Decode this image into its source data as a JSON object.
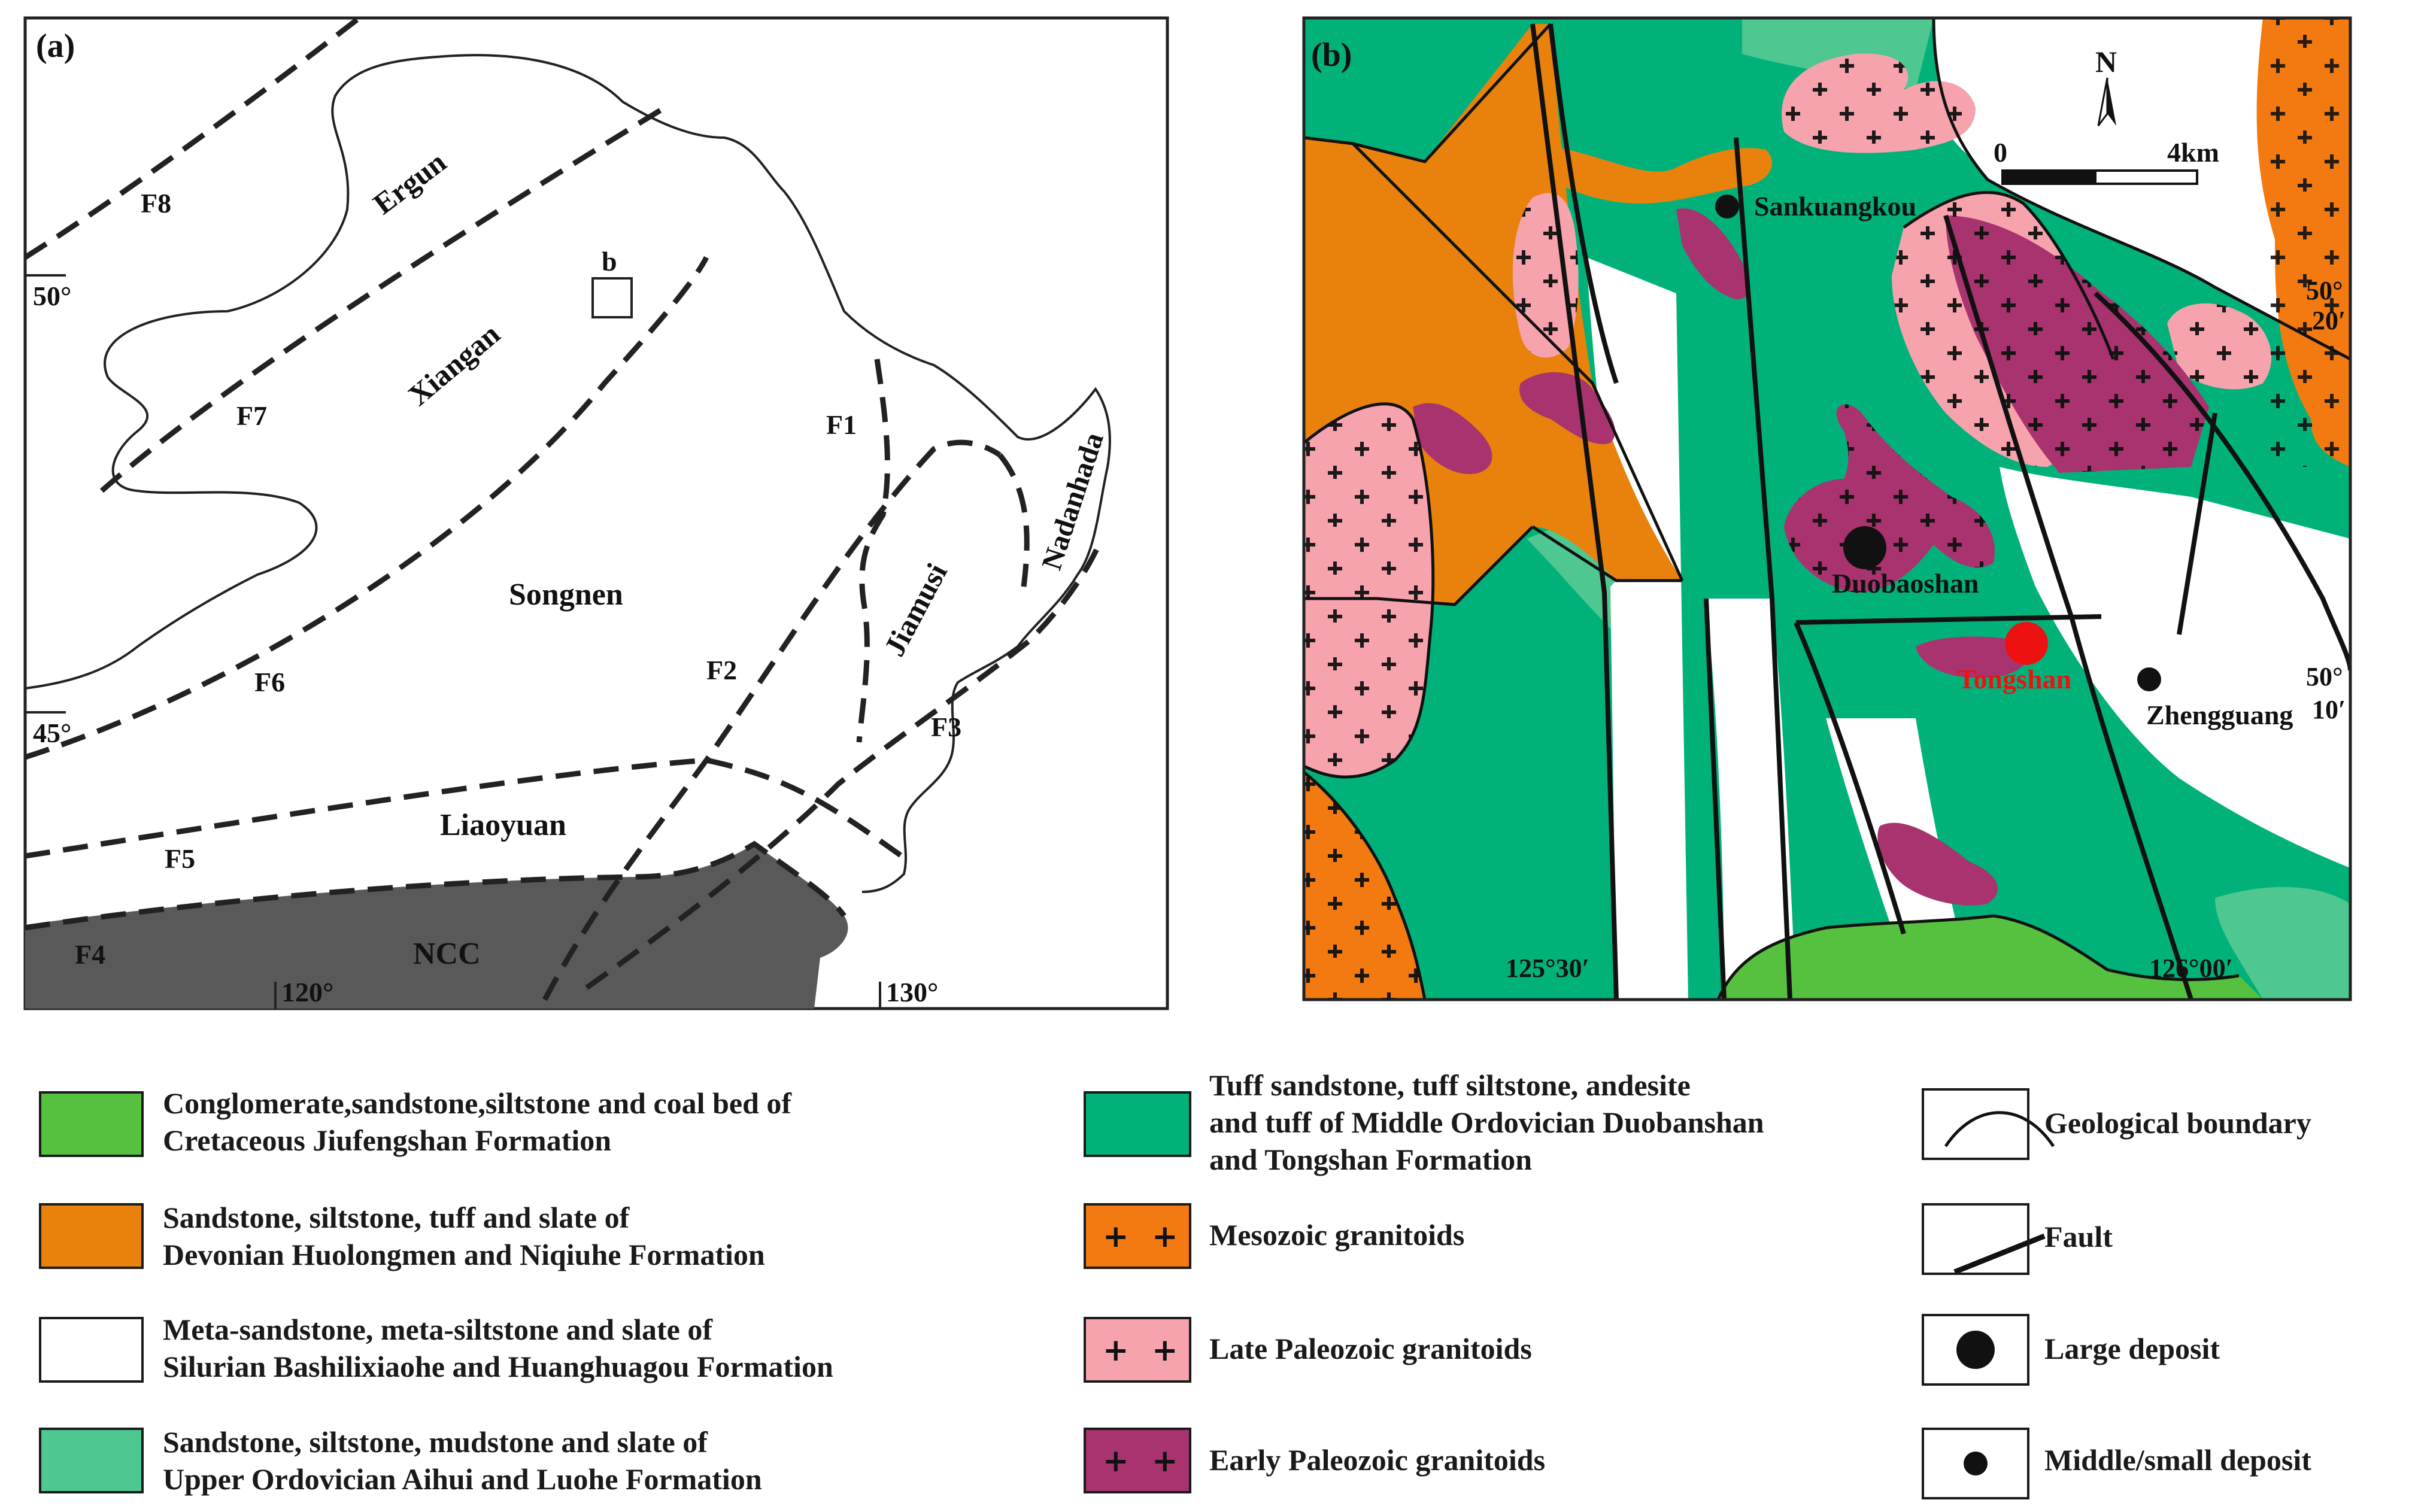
{
  "panel_a": {
    "label": "(a)",
    "inset_label": "b",
    "lat_50": "50°",
    "lat_45": "45°",
    "lon_120": "120°",
    "lon_130": "130°",
    "faults": [
      "F1",
      "F2",
      "F3",
      "F4",
      "F5",
      "F6",
      "F7",
      "F8"
    ],
    "blocks": {
      "ergun": "Ergun",
      "xiangan": "Xiangan",
      "songnen": "Songnen",
      "jiamusi": "Jiamusi",
      "nadanhada": "Nadanhada",
      "liaoyuan": "Liaoyuan",
      "ncc": "NCC"
    }
  },
  "panel_b": {
    "label": "(b)",
    "north": "N",
    "scale_start": "0",
    "scale_end": "4km",
    "lat_50_20": [
      "50°",
      "20′"
    ],
    "lat_50_10": [
      "50°",
      "10′"
    ],
    "lon_125_30": "125°30′",
    "lon_126_00": "126°00′",
    "deposits": {
      "sankuangkou": "Sankuangkou",
      "duobaoshan": "Duobaoshan",
      "tongshan": "Tongshan",
      "zhengguang": "Zhengguang"
    }
  },
  "colors": {
    "cretaceous": "#56c13f",
    "devonian": "#e8820c",
    "silurian": "#ffffff",
    "upper_ordovician": "#4fc790",
    "middle_ordovician": "#00b27a",
    "mesozoic": "#f27a10",
    "late_paleozoic": "#f7a3ad",
    "early_paleozoic": "#a8336f",
    "ncc": "#595959",
    "tongshan": "#ee1111"
  },
  "legend": {
    "col1": [
      {
        "line1": "Conglomerate,sandstone,siltstone and coal bed of",
        "line2": "Cretaceous Jiufengshan Formation"
      },
      {
        "line1": "Sandstone, siltstone, tuff and slate of",
        "line2": "Devonian Huolongmen and Niqiuhe Formation"
      },
      {
        "line1": "Meta-sandstone, meta-siltstone and slate of",
        "line2": "Silurian Bashilixiaohe and Huanghuagou Formation"
      },
      {
        "line1": "Sandstone, siltstone, mudstone and slate of",
        "line2": "Upper Ordovician Aihui and Luohe Formation"
      }
    ],
    "col2": [
      {
        "line1": "Tuff sandstone, tuff siltstone, andesite",
        "line2": "and tuff of Middle Ordovician Duobanshan",
        "line3": "and Tongshan Formation"
      },
      {
        "line1": "Mesozoic granitoids"
      },
      {
        "line1": "Late Paleozoic granitoids"
      },
      {
        "line1": "Early Paleozoic granitoids"
      }
    ],
    "col3": [
      {
        "line1": "Geological boundary"
      },
      {
        "line1": "Fault"
      },
      {
        "line1": "Large deposit"
      },
      {
        "line1": "Middle/small deposit"
      }
    ]
  }
}
